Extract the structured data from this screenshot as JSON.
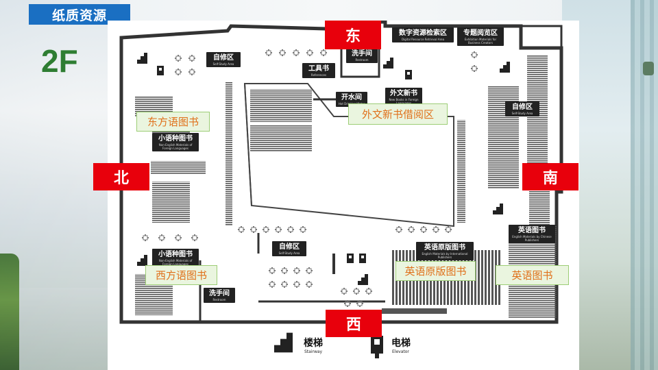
{
  "header": {
    "title": "纸质资源",
    "floor": "2F"
  },
  "directions": {
    "east": "东",
    "north": "北",
    "south": "南",
    "west": "西"
  },
  "annotations": [
    "东方语图书",
    "外文新书借阅区",
    "西方语图书",
    "英语原版图书",
    "英语图书"
  ],
  "signs": {
    "self_study_north": {
      "zh": "自修区",
      "en": "Self-Study Area"
    },
    "washroom_east": {
      "zh": "洗手间",
      "en": "Restroom"
    },
    "tools": {
      "zh": "工具书",
      "en": "References"
    },
    "hot_water": {
      "zh": "开水间",
      "en": "Hot Drinking Water"
    },
    "digital_resources": {
      "zh": "数字资源检索区",
      "en": "Digital Resource Retrieval Area"
    },
    "special_reading": {
      "zh": "专题阅览区",
      "en": "Exhibition Materials for Business Creators"
    },
    "new_foreign_books": {
      "zh": "外文新书",
      "en": "New Books in Foreign Languages"
    },
    "self_study_south": {
      "zh": "自修区",
      "en": "Self-Study Area"
    },
    "minor_languages_1": {
      "zh": "小语种图书",
      "en": "Non-English Materials of Foreign Languages"
    },
    "minor_languages_2": {
      "zh": "小语种图书",
      "en": "Non-English Materials of Foreign Languages"
    },
    "washroom_west": {
      "zh": "洗手间",
      "en": "Restroom"
    },
    "self_study_west": {
      "zh": "自修区",
      "en": "Self-Study Area"
    },
    "english_original": {
      "zh": "英语原版图书",
      "en": "English Materials by International Publishers"
    },
    "english_books": {
      "zh": "英语图书",
      "en": "English Materials by Chinese Publishers"
    }
  },
  "legend": {
    "stairway": {
      "zh": "楼梯",
      "en": "Stairway",
      "icon": "stairs-icon"
    },
    "elevator": {
      "zh": "电梯",
      "en": "Elevator",
      "icon": "elevator-icon"
    }
  },
  "colors": {
    "direction": "#e8000c",
    "title_bar": "#1a6fc2",
    "floor_label": "#2e7d32",
    "note_text": "#e0701a",
    "note_bg": "#eaf5df"
  }
}
